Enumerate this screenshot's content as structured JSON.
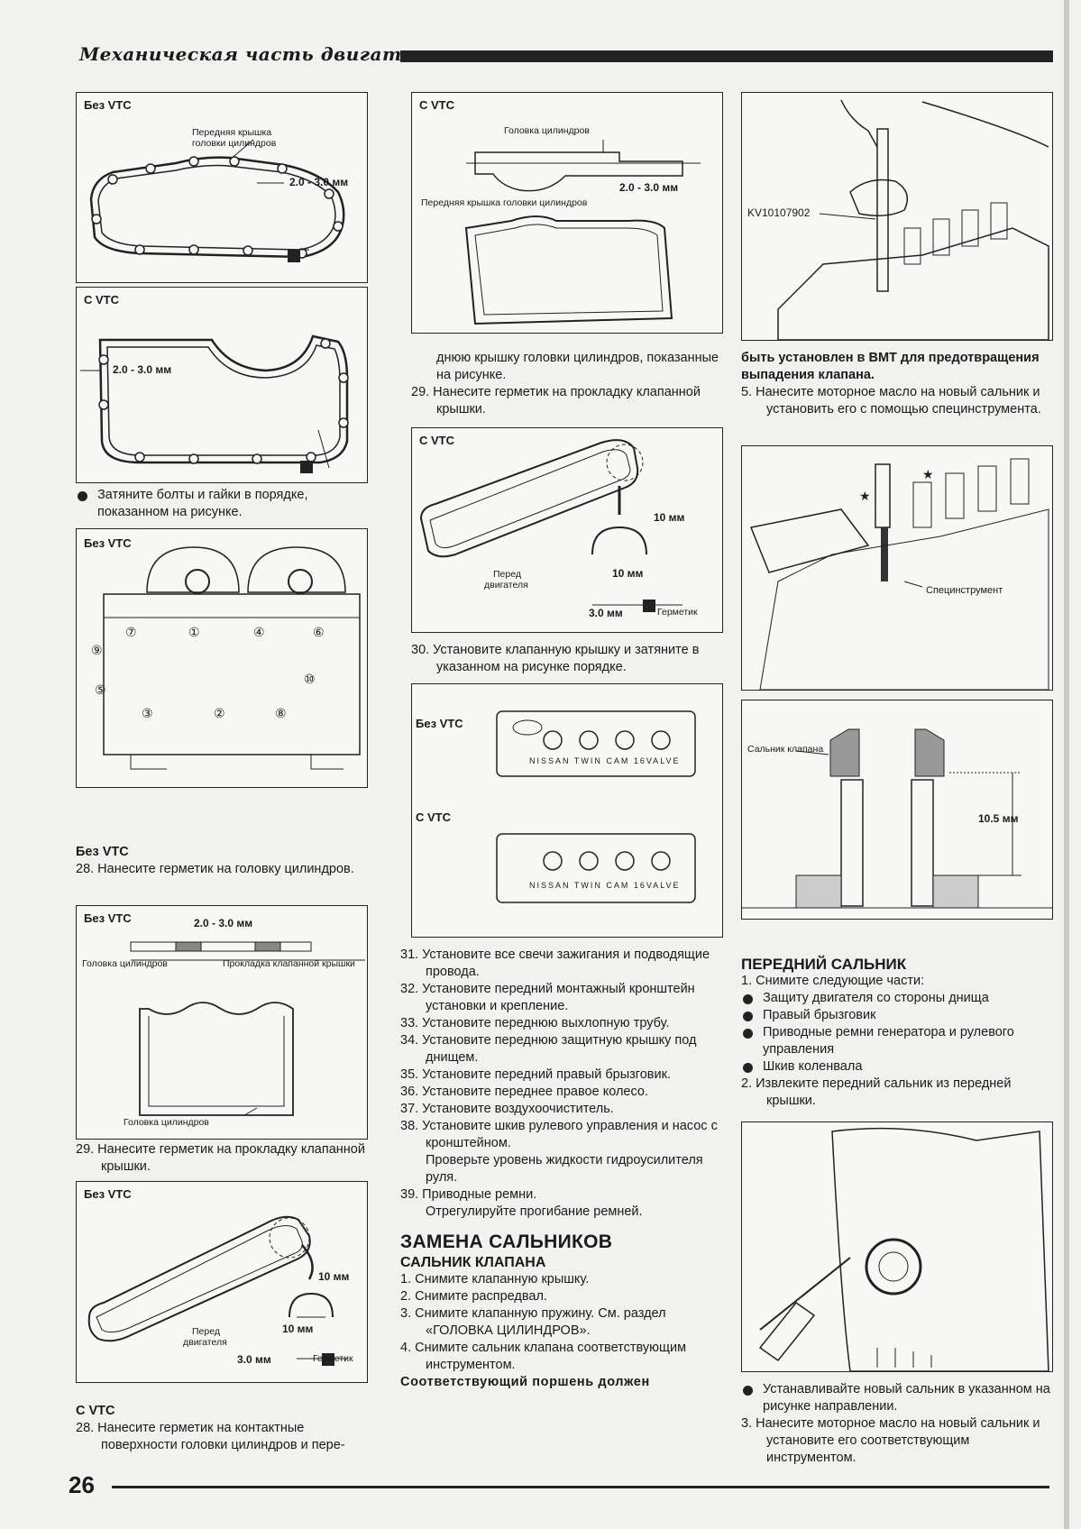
{
  "header": {
    "title": "Механическая часть двигателя"
  },
  "page_number": "26",
  "fig": {
    "f1": {
      "tag": "Без VTC",
      "callout1": "Передняя крышка",
      "callout2": "головки цилиндров",
      "dim": "2.0 - 3.0 мм"
    },
    "f2": {
      "tag": "С VTC",
      "dim": "2.0 - 3.0 мм"
    },
    "f3": {
      "tag": "Без VTC",
      "nums": [
        "⑦",
        "①",
        "④",
        "⑥",
        "⑨",
        "⑩",
        "⑤",
        "③",
        "②",
        "⑧"
      ]
    },
    "f4": {
      "tag": "Без VTC",
      "dim": "2.0 - 3.0 мм",
      "c1": "Головка цилиндров",
      "c2": "Прокладка клапанной крышки",
      "c3": "Головка цилиндров"
    },
    "f5": {
      "tag": "Без VTC",
      "d1": "10 мм",
      "d2": "10 мм",
      "d3": "3.0 мм",
      "front1": "Перед",
      "front2": "двигателя",
      "sealant": "Герметик"
    },
    "f6": {
      "tag": "С VTC",
      "c1": "Головка цилиндров",
      "dim": "2.0 - 3.0 мм",
      "c2": "Передняя крышка головки цилиндров"
    },
    "f7": {
      "tag": "С VTC",
      "d1": "10 мм",
      "d2": "10 мм",
      "d3": "3.0 мм",
      "front1": "Перед",
      "front2": "двигателя",
      "sealant": "Герметик"
    },
    "f8": {
      "tag1": "Без VTC",
      "tag2": "С VTC",
      "brand": "NISSAN TWIN CAM 16VALVE"
    },
    "f9": {
      "tool": "KV10107902"
    },
    "f10": {
      "tool": "Специнструмент"
    },
    "f11": {
      "c1": "Сальник клапана",
      "dim": "10.5 мм"
    }
  },
  "col1": {
    "b1": "Затяните болты и гайки в порядке, показанном на рисунке.",
    "h1": "Без VTC",
    "s28": "28. Нанесите герметик на головку цилиндров.",
    "s29": "29. Нанесите герметик на прокладку клапанной крышки.",
    "h2": "С VTC",
    "s28b": "28. Нанесите герметик на контактные поверхности головки цилиндров и пере-"
  },
  "col2": {
    "cont": "днюю крышку головки цилиндров, показанные на рисунке.",
    "s29": "29. Нанесите герметик на прокладку клапанной крышки.",
    "s30": "30. Установите клапанную крышку и затяните в указанном на рисунке порядке.",
    "steps": [
      "31. Установите все свечи зажигания и подводящие провода.",
      "32. Установите передний монтажный кронштейн установки и крепление.",
      "33. Установите переднюю выхлопную трубу.",
      "34. Установите переднюю защитную крышку под днищем.",
      "35. Установите передний правый брызговик.",
      "36. Установите переднее правое колесо.",
      "37. Установите воздухоочиститель.",
      "38. Установите шкив рулевого управления и насос с кронштейном.",
      "Проверьте уровень жидкости гидроусилителя руля.",
      "39. Приводные ремни.",
      "Отрегулируйте прогибание ремней."
    ],
    "sec": "ЗАМЕНА САЛЬНИКОВ",
    "sub": "САЛЬНИК КЛАПАНА",
    "vsteps": [
      "1. Снимите клапанную крышку.",
      "2. Снимите распредвал.",
      "3. Снимите клапанную пружину. См. раздел «ГОЛОВКА ЦИЛИНДРОВ».",
      "4. Снимите сальник клапана соответствующим инструментом."
    ],
    "bold_end": "Соответствующий поршень должен"
  },
  "col3": {
    "bold_cont": "быть установлен в ВМТ для предотвращения выпадения клапана.",
    "s5": "5. Нанесите моторное масло на новый сальник и установить его с помощью специнструмента.",
    "sub": "ПЕРЕДНИЙ САЛЬНИК",
    "s1": "1. Снимите следующие части:",
    "parts": [
      "Защиту двигателя со стороны днища",
      "Правый брызговик",
      "Приводные ремни генератора и рулевого управления",
      "Шкив коленвала"
    ],
    "s2": "2. Извлеките передний сальник из передней крышки.",
    "b_new": "Устанавливайте новый сальник в указанном на рисунке направлении.",
    "s3": "3. Нанесите моторное масло на новый сальник и установите его соответствующим инструментом."
  }
}
